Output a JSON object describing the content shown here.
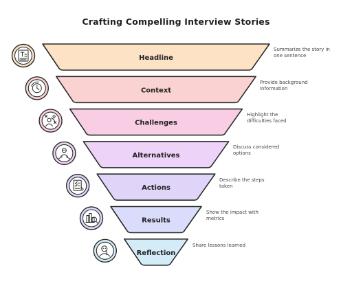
{
  "title": "Crafting Compelling Interview Stories",
  "stages": [
    {
      "label": "Headline",
      "description": "Summarize the story in one sentence",
      "color": "#fde2c6",
      "icon": "document-icon"
    },
    {
      "label": "Context",
      "description": "Provide background information",
      "color": "#fbd2d2",
      "icon": "clock-icon"
    },
    {
      "label": "Challenges",
      "description": "Highlight the difficulties faced",
      "color": "#f9cde4",
      "icon": "strategy-person-icon"
    },
    {
      "label": "Alternatives",
      "description": "Discuss considered options",
      "color": "#edd3f7",
      "icon": "decision-person-icon"
    },
    {
      "label": "Actions",
      "description": "Describe the steps taken",
      "color": "#e0d4f9",
      "icon": "checklist-icon"
    },
    {
      "label": "Results",
      "description": "Show the impact with metrics",
      "color": "#d9dcfb",
      "icon": "chart-magnifier-icon"
    },
    {
      "label": "Reflection",
      "description": "Share lessons learned",
      "color": "#d3ecf7",
      "icon": "thinking-person-icon"
    }
  ]
}
